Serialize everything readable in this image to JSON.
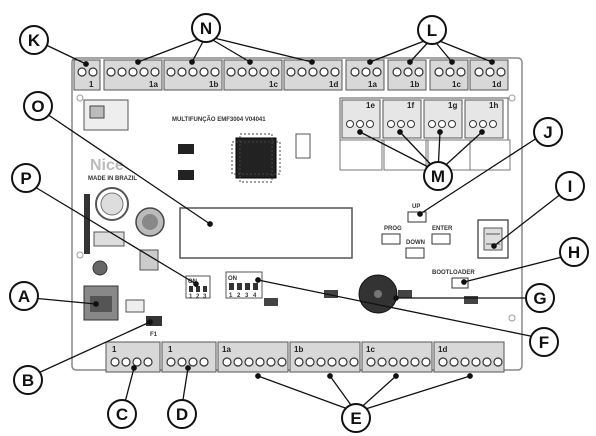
{
  "board": {
    "title_text": "MULTIFUNÇÃO EMF3004 V04041",
    "brand": "Nice",
    "made_in": "MADE IN BRAZIL",
    "dip_label": "ON",
    "button_labels": [
      "UP",
      "PROG",
      "ENTER",
      "DOWN"
    ],
    "bootloader_label": "BOOTLOADER"
  },
  "top_connectors": {
    "left_block": [
      "1",
      "1a",
      "1b",
      "1c",
      "1d"
    ],
    "right_block": [
      "1a",
      "1b",
      "1c",
      "1d"
    ],
    "relay_labels": [
      "1e",
      "1f",
      "1g",
      "1h"
    ]
  },
  "bottom_connectors": {
    "labels": [
      "1",
      "1",
      "1a",
      "1b",
      "1c",
      "1d"
    ]
  },
  "dip_switches": {
    "small_numbers": [
      "1",
      "2",
      "3"
    ],
    "large_numbers": [
      "1",
      "2",
      "3",
      "4"
    ]
  },
  "callouts": [
    "A",
    "B",
    "C",
    "D",
    "E",
    "F",
    "G",
    "H",
    "I",
    "J",
    "K",
    "L",
    "M",
    "N",
    "O",
    "P"
  ]
}
